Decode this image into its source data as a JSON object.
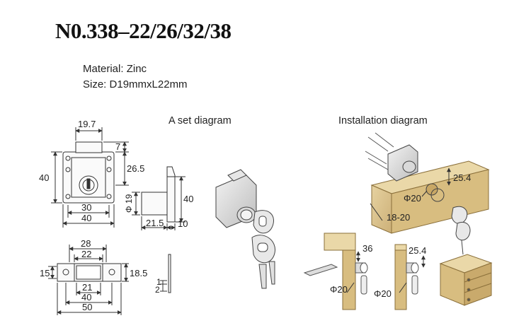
{
  "product": {
    "title": "N0.338–22/26/32/38",
    "material_label": "Material:",
    "material_value": "Zinc",
    "size_label": "Size:",
    "size_value": "D19mmxL22mm"
  },
  "sections": {
    "set_diagram": "A set diagram",
    "installation_diagram": "Installation diagram"
  },
  "front_view": {
    "width_top": "19.7",
    "top_offset": "7",
    "height": "40",
    "center_height": "26.5",
    "inner_width": "30",
    "outer_width": "40"
  },
  "side_view": {
    "diameter": "Φ 19",
    "height": "40",
    "length": "21.5",
    "thickness": "10"
  },
  "strike_plate": {
    "outer_top": "28",
    "inner_top": "22",
    "height_left": "15",
    "height_right": "18.5",
    "slot": "21",
    "hole_spacing": "40",
    "length": "50"
  },
  "strike_side": {
    "dim1": "1",
    "dim2": "2"
  },
  "installation": {
    "hole_offset": "25.4",
    "hole_diameter": "Φ20",
    "board_thickness": "18-20",
    "depth_left": "36",
    "depth_right": "25.4",
    "hole_left": "Φ20",
    "hole_right": "Φ20"
  },
  "colors": {
    "wood": "#dcc48e",
    "wood_dark": "#b89a5e",
    "metal": "#c8c8c8",
    "line": "#333333"
  }
}
